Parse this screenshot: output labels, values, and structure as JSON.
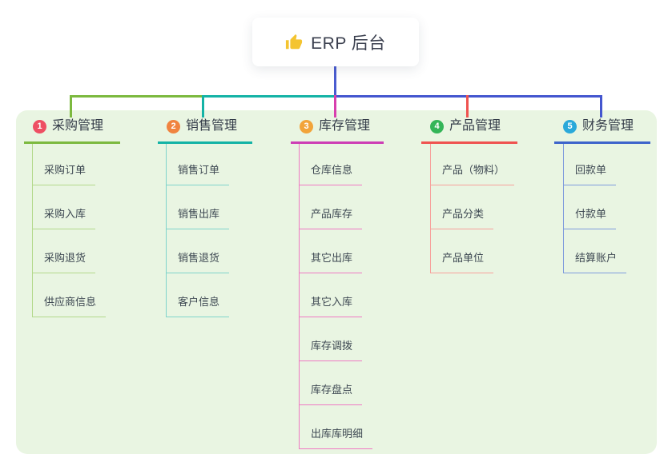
{
  "root": {
    "label": "ERP 后台",
    "icon": "thumbs-up-icon",
    "icon_color": "#f4c430"
  },
  "branches": [
    {
      "badge": "1",
      "label": "采购管理",
      "badge_color": "#ee4f63",
      "line_color": "#7cb93f",
      "child_line_color": "#b3d98b",
      "children": [
        {
          "label": "采购订单"
        },
        {
          "label": "采购入库"
        },
        {
          "label": "采购退货"
        },
        {
          "label": "供应商信息"
        }
      ]
    },
    {
      "badge": "2",
      "label": "销售管理",
      "badge_color": "#f08440",
      "line_color": "#14b3a6",
      "child_line_color": "#7fd4cb",
      "children": [
        {
          "label": "销售订单"
        },
        {
          "label": "销售出库"
        },
        {
          "label": "销售退货"
        },
        {
          "label": "客户信息"
        }
      ]
    },
    {
      "badge": "3",
      "label": "库存管理",
      "badge_color": "#f2a43a",
      "line_color": "#cd3eb5",
      "child_line_color": "#ef79c3",
      "children": [
        {
          "label": "仓库信息"
        },
        {
          "label": "产品库存"
        },
        {
          "label": "其它出库"
        },
        {
          "label": "其它入库"
        },
        {
          "label": "库存调拨"
        },
        {
          "label": "库存盘点"
        },
        {
          "label": "出库库明细"
        }
      ]
    },
    {
      "badge": "4",
      "label": "产品管理",
      "badge_color": "#34b558",
      "line_color": "#ef5350",
      "child_line_color": "#f7a09b",
      "children": [
        {
          "label": "产品（物料）"
        },
        {
          "label": "产品分类"
        },
        {
          "label": "产品单位"
        }
      ]
    },
    {
      "badge": "5",
      "label": "财务管理",
      "badge_color": "#2aa9da",
      "line_color": "#3d64cb",
      "child_line_color": "#7e9bdd",
      "children": [
        {
          "label": "回款单"
        },
        {
          "label": "付款单"
        },
        {
          "label": "结算账户"
        }
      ]
    }
  ],
  "colors": {
    "root_line": "#4a5cd0",
    "panel_bg": "#e9f5e2",
    "card_bg": "#ffffff",
    "branch_text": "#343c49",
    "child_text": "#3d4852"
  }
}
